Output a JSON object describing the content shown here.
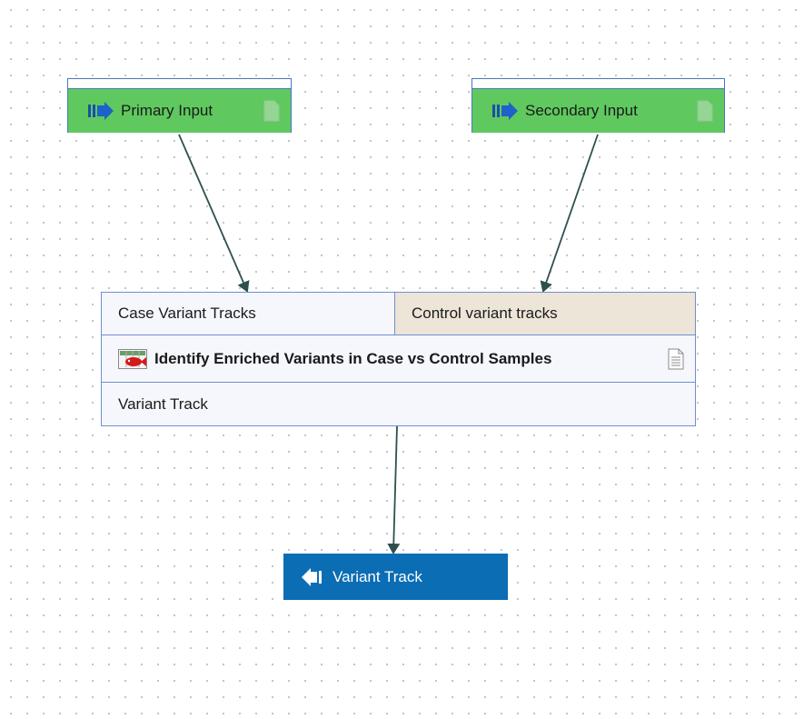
{
  "canvas": {
    "background": "#ffffff",
    "grid_dot_color": "#b9b9b9"
  },
  "nodes": {
    "primary_input": {
      "label": "Primary Input",
      "icon": "input-arrow-icon",
      "doc_icon": "document-icon",
      "color": "#5fc95f"
    },
    "secondary_input": {
      "label": "Secondary Input",
      "icon": "input-arrow-icon",
      "doc_icon": "document-icon",
      "color": "#5fc95f"
    },
    "tool": {
      "title": "Identify Enriched Variants in Case vs Control Samples",
      "icon": "tool-icon",
      "doc_icon": "document-icon",
      "inputs": [
        {
          "label": "Case Variant Tracks",
          "color": "#f5f7fc"
        },
        {
          "label": "Control variant tracks",
          "color": "#ece5d8"
        }
      ],
      "output": {
        "label": "Variant Track"
      }
    },
    "output": {
      "label": "Variant Track",
      "icon": "output-arrow-icon",
      "color": "#0b6db3"
    }
  },
  "edges": [
    {
      "from": "Primary Input",
      "to": "Case Variant Tracks"
    },
    {
      "from": "Secondary Input",
      "to": "Control variant tracks"
    },
    {
      "from": "Variant Track",
      "to": "Variant Track"
    }
  ],
  "colors": {
    "edge": "#2f4f4f",
    "node_border": "#4a76c4"
  }
}
